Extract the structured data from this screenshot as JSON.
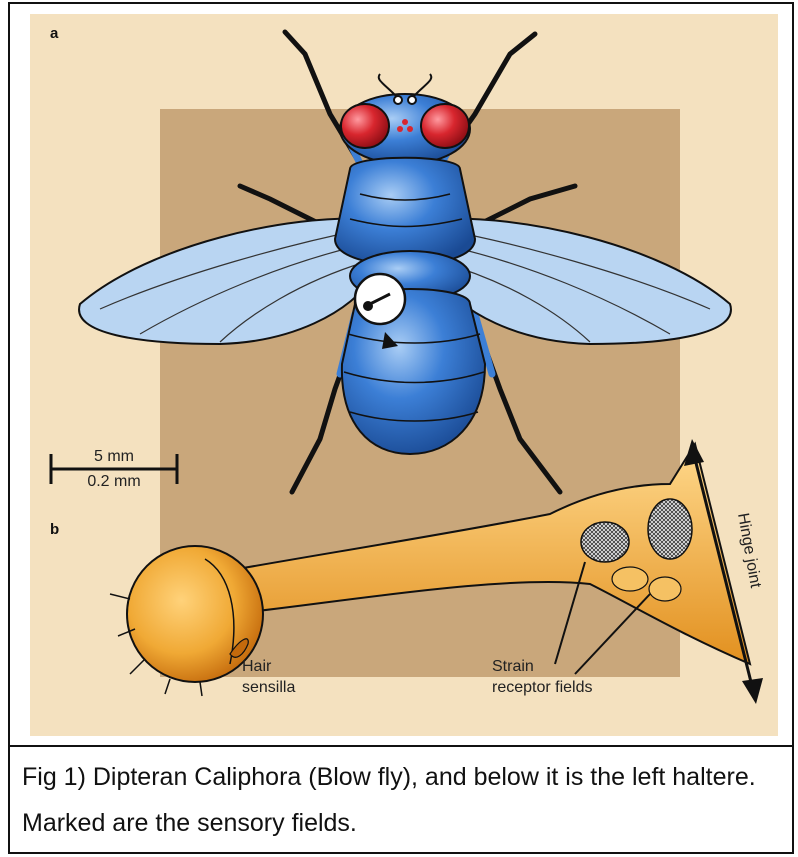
{
  "figure": {
    "panel_a_label": "a",
    "panel_b_label": "b",
    "scale_bar_top": "5 mm",
    "scale_bar_bottom": "0.2 mm",
    "label_hinge_joint": "Hinge joint",
    "label_hair": "Hair",
    "label_sensilla": "sensilla",
    "label_strain": "Strain",
    "label_receptor_fields": "receptor fields"
  },
  "caption": {
    "text": "Fig 1) Dipteran Caliphora (Blow fly), and below it is the left haltere. Marked are the sensory fields."
  },
  "colors": {
    "background_tan": "#c9a77b",
    "fly_body_blue": "#3c7fd6",
    "wing_blue": "#b9d5f2",
    "eye_red": "#d8262e",
    "haltere_orange": "#f0a935"
  }
}
